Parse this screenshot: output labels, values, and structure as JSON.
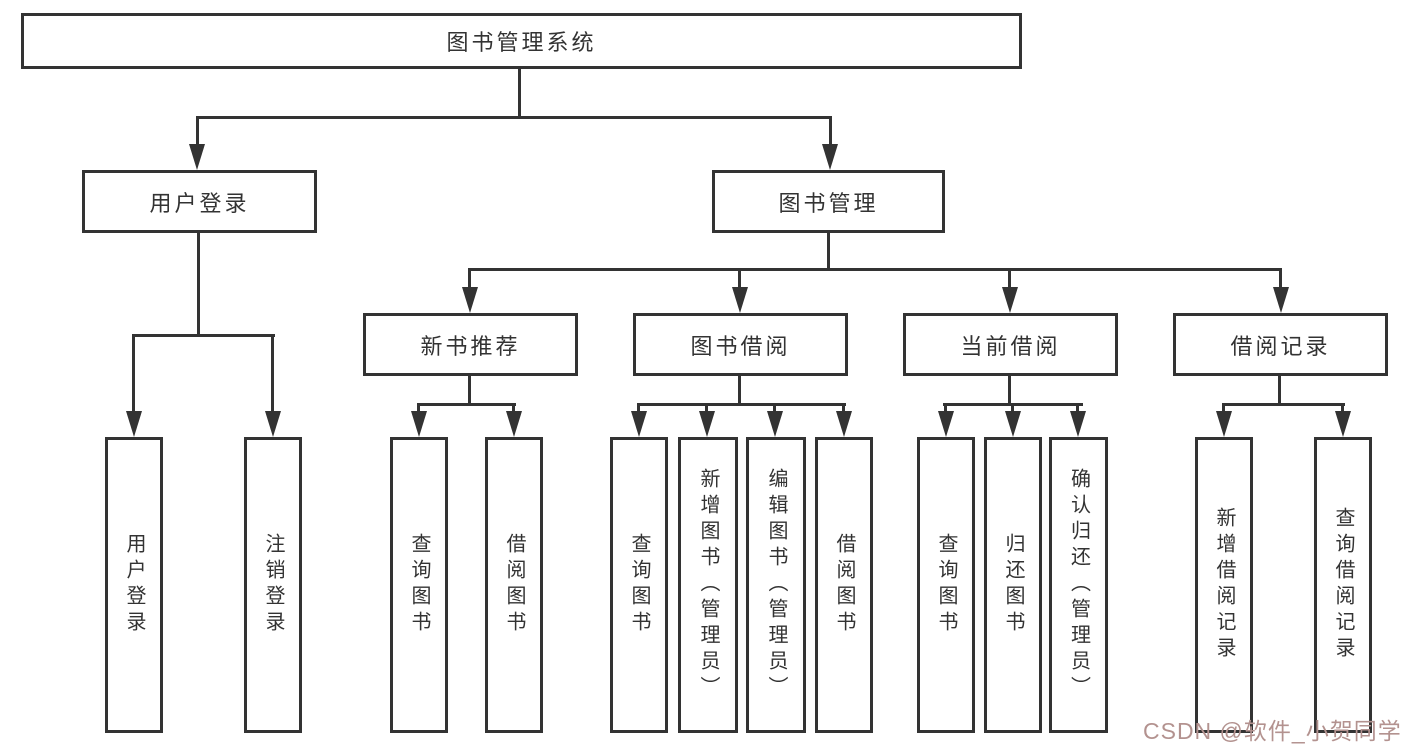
{
  "page": {
    "background": "#ffffff",
    "watermark": {
      "text": "CSDN @软件_小贺同学",
      "color": "#b3928f"
    }
  },
  "colors": {
    "line": "#333333",
    "border": "#333333",
    "text": "#333333",
    "box_fill": "#ffffff"
  },
  "tree": {
    "label": "图书管理系统",
    "children": [
      {
        "label": "用户登录",
        "children": [
          {
            "label": "用户登录"
          },
          {
            "label": "注销登录"
          }
        ]
      },
      {
        "label": "图书管理",
        "children": [
          {
            "label": "新书推荐",
            "children": [
              {
                "label": "查询图书"
              },
              {
                "label": "借阅图书"
              }
            ]
          },
          {
            "label": "图书借阅",
            "children": [
              {
                "label": "查询图书"
              },
              {
                "label": "新增图书（管理员）"
              },
              {
                "label": "编辑图书（管理员）"
              },
              {
                "label": "借阅图书"
              }
            ]
          },
          {
            "label": "当前借阅",
            "children": [
              {
                "label": "查询图书"
              },
              {
                "label": "归还图书"
              },
              {
                "label": "确认归还（管理员）"
              }
            ]
          },
          {
            "label": "借阅记录",
            "children": [
              {
                "label": "新增借阅记录"
              },
              {
                "label": "查询借阅记录"
              }
            ]
          }
        ]
      }
    ]
  }
}
